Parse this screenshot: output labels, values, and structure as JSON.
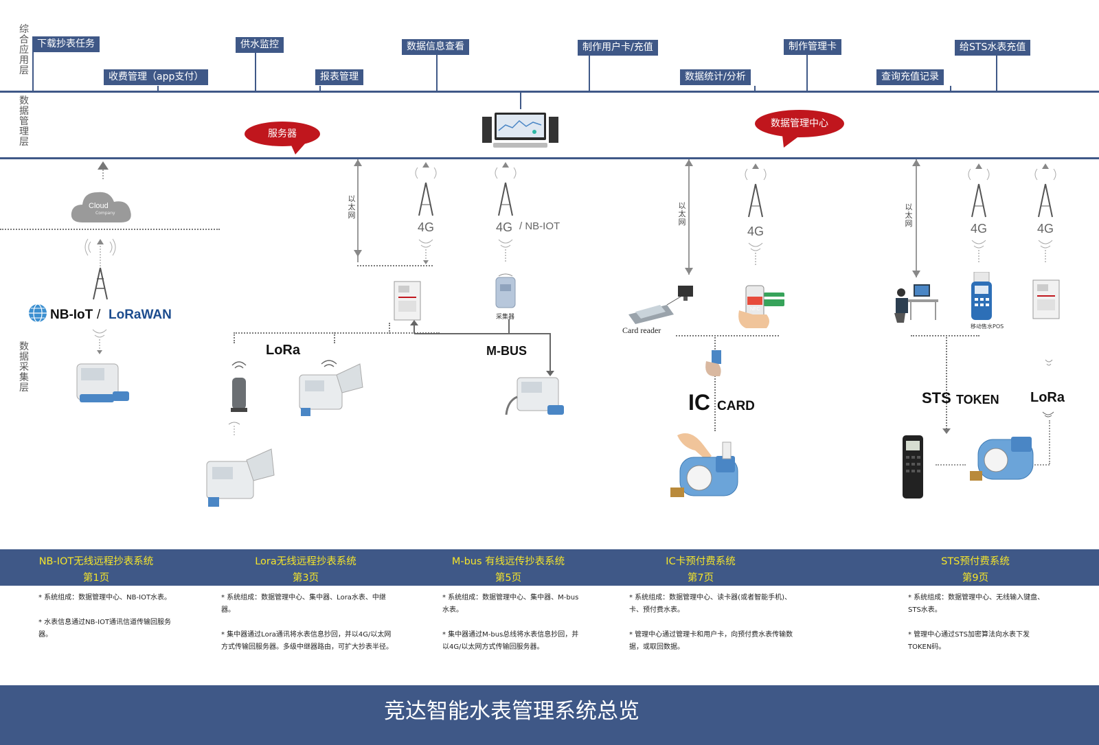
{
  "layers": {
    "application": "综合应用层",
    "management": "数据管理层",
    "collection": "数据采集层"
  },
  "functions": [
    "下载抄表任务",
    "收费管理（app支付）",
    "供水监控",
    "报表管理",
    "数据信息查看",
    "制作用户卡/充值",
    "数据统计/分析",
    "制作管理卡",
    "查询充值记录",
    "给STS水表充值"
  ],
  "bubbles": {
    "server": "服务器",
    "data_center": "数据管理中心"
  },
  "cloud": {
    "label": "Cloud",
    "sub": "Company"
  },
  "protocols": {
    "nbiot": "NB-IoT",
    "slash": "/",
    "lorawan": "LoRaWAN",
    "lora_mid": "LoRa",
    "mbus": "M-BUS",
    "ic": "IC",
    "card": "CARD",
    "sts": "STS",
    "token": "TOKEN",
    "lora_right": "LoRa",
    "nbiot_suffix": "/ NB-IOT"
  },
  "network": {
    "g4": "4G",
    "ethernet": "以太网"
  },
  "device_labels": {
    "collector": "采集器",
    "card_reader": "Card reader",
    "nfc": "NFC",
    "pos": "移动售水POS"
  },
  "systems": [
    {
      "title": "NB-IOT无线远程抄表系统",
      "page": "第1页",
      "desc": [
        "* 系统组成：数据管理中心、NB-IOT水表。",
        "* 水表信息通过NB-IOT通讯信道传输回服务器。"
      ]
    },
    {
      "title": "Lora无线远程抄表系统",
      "page": "第3页",
      "desc": [
        "* 系统组成：数据管理中心、集中器、Lora水表、中继器。",
        "* 集中器通过Lora通讯将水表信息抄回，并以4G/以太网方式传输回服务器。多级中继器路由，可扩大抄表半径。"
      ]
    },
    {
      "title": "M-bus 有线远传抄表系统",
      "page": "第5页",
      "desc": [
        "* 系统组成：数据管理中心、集中器、M-bus水表。",
        "* 集中器通过M-bus总线将水表信息抄回，并以4G/以太网方式传输回服务器。"
      ]
    },
    {
      "title": "IC卡预付费系统",
      "page": "第7页",
      "desc": [
        "* 系统组成：数据管理中心、读卡器(或者智能手机)、卡、预付费水表。",
        "* 管理中心通过管理卡和用户卡，向预付费水表传输数据，或取回数据。"
      ]
    },
    {
      "title": "STS预付费系统",
      "page": "第9页",
      "desc": [
        "* 系统组成：数据管理中心、无线输入键盘、STS水表。",
        "* 管理中心通过STS加密算法向水表下发TOKEN码。"
      ]
    }
  ],
  "footer": "竞达智能水表管理系统总览",
  "colors": {
    "navy": "#3f5887",
    "red": "#c0161d",
    "yellow": "#f5e52a",
    "meter_blue": "#4a86c5"
  }
}
